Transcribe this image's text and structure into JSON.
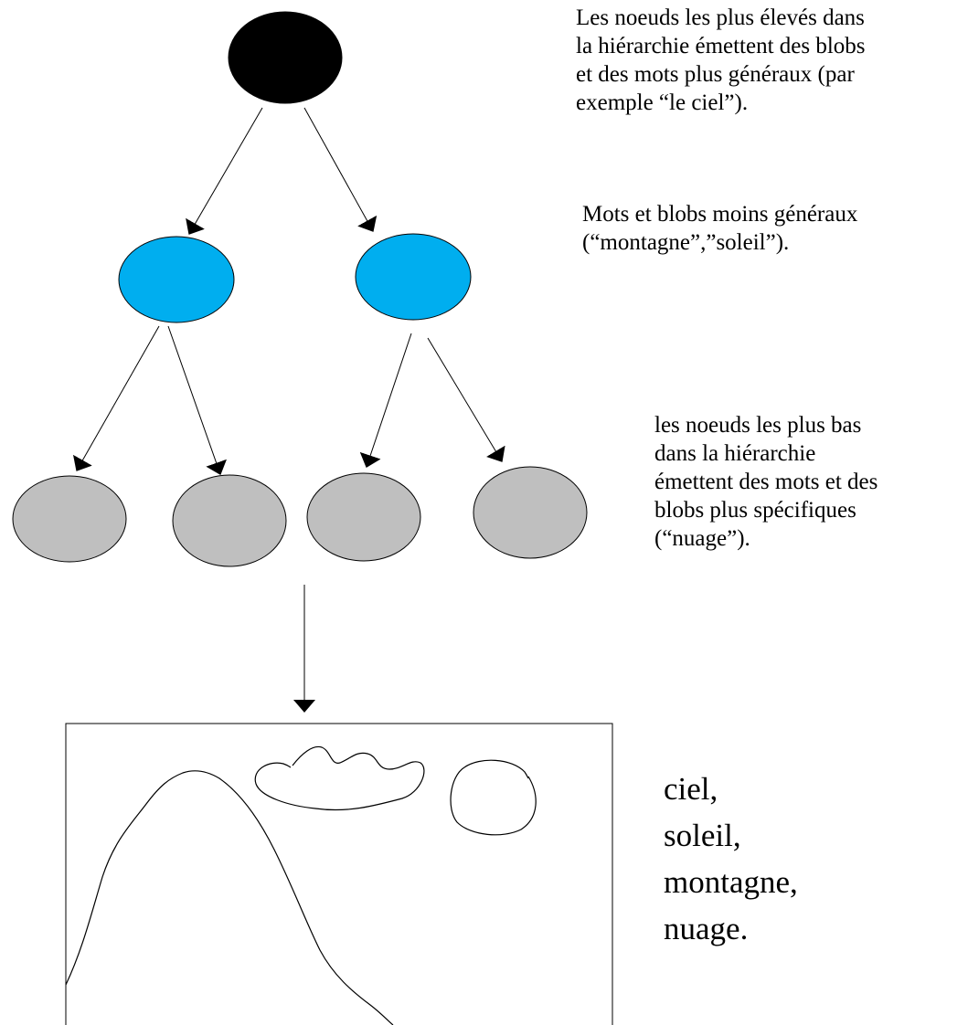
{
  "colors": {
    "root_node": "#000000",
    "middle_nodes": "#00aeef",
    "leaf_nodes": "#bfbfbf",
    "stroke": "#000000",
    "background": "#ffffff"
  },
  "annotations": {
    "top": [
      "Les noeuds les plus élevés dans",
      "la hiérarchie émettent des blobs",
      "et des mots plus généraux (par",
      "exemple “le ciel”)."
    ],
    "middle": [
      "Mots et blobs moins généraux",
      "(“montagne”,”soleil”)."
    ],
    "bottom": [
      "les noeuds les plus bas",
      "dans la hiérarchie",
      "émettent des mots et des",
      "blobs plus spécifiques",
      "(“nuage”)."
    ]
  },
  "words": [
    "ciel,",
    "soleil,",
    "montagne,",
    "nuage."
  ]
}
